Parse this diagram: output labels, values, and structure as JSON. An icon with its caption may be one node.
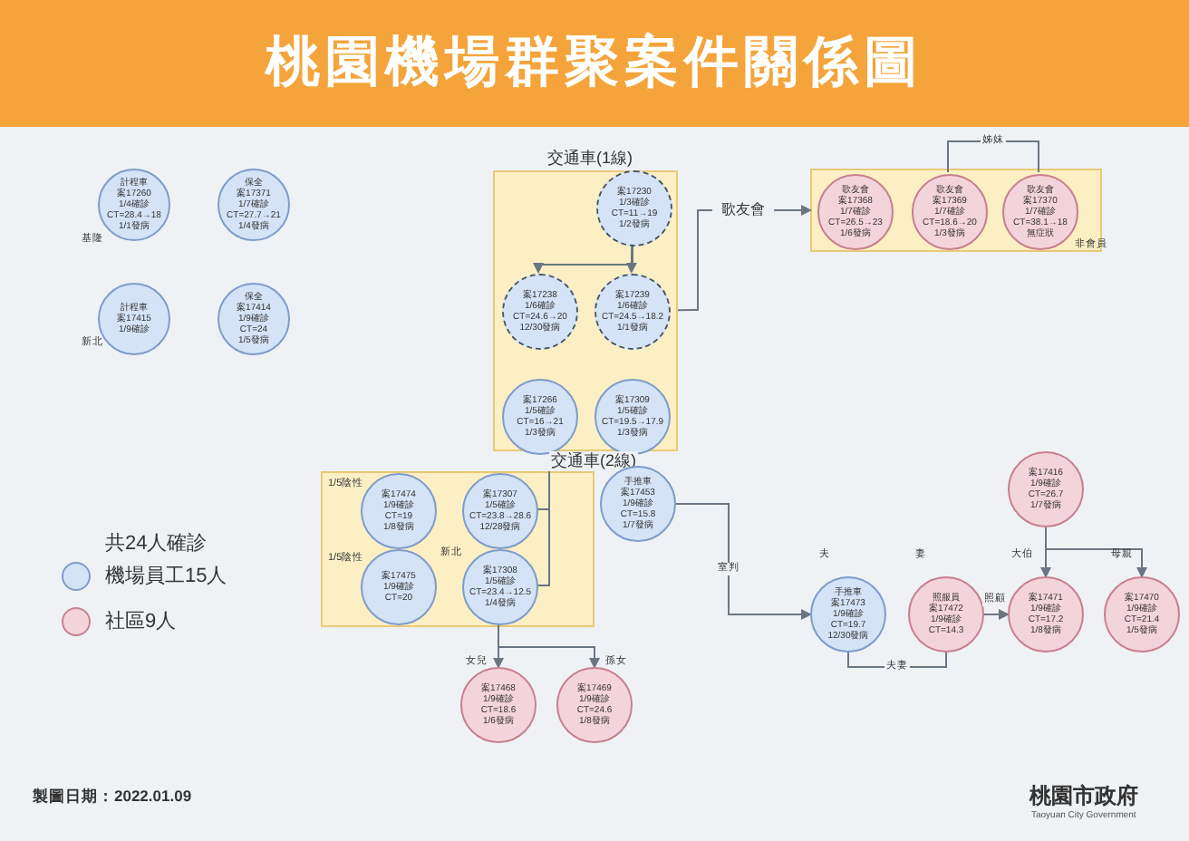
{
  "diagram": {
    "title": "桃園機場群聚案件關係圖",
    "nodes": [
      {
        "text": [
          "計程車",
          "案17260",
          "1/4確診",
          "CT=28.4→18",
          "1/1發病"
        ],
        "beside": [
          "基隆"
        ]
      },
      {
        "text": [
          "保全",
          "案17371",
          "1/7確診",
          "CT=27.7→21",
          "1/4發病"
        ]
      },
      {
        "text": [
          "計程車",
          "案17415",
          "1/9確診"
        ],
        "beside": [
          "新北"
        ]
      },
      {
        "text": [
          "保全",
          "案17414",
          "1/9確診",
          "CT=24",
          "1/5發病"
        ]
      },
      {
        "text": [
          "交通車(1線)"
        ]
      },
      {
        "text": [
          "案17230",
          "1/3確診",
          "CT=11→19",
          "1/2發病"
        ],
        "in": 4
      },
      {
        "text": [
          "案17238",
          "1/6確診",
          "CT=24.6→20",
          "12/30發病"
        ],
        "in": 4
      },
      {
        "text": [
          "案17239",
          "1/6確診",
          "CT=24.5→18.2",
          "1/1發病"
        ],
        "in": 4
      },
      {
        "text": [
          "案17266",
          "1/5確診",
          "CT=16→21",
          "1/3發病"
        ],
        "in": 4
      },
      {
        "text": [
          "案17309",
          "1/5確診",
          "CT=19.5→17.9",
          "1/3發病"
        ],
        "in": 4
      },
      {
        "text": [
          "歌友會"
        ]
      },
      {
        "text": [],
        "shape": "box"
      },
      {
        "text": [
          "歌友會",
          "案17368",
          "1/7確診",
          "CT=26.5→23",
          "1/6發病"
        ],
        "in": 11
      },
      {
        "text": [
          "歌友會",
          "案17369",
          "1/7確診",
          "CT=18.6→20",
          "1/3發病"
        ],
        "in": 11
      },
      {
        "text": [
          "歌友會",
          "案17370",
          "1/7確診",
          "CT=38.1→18",
          "無症狀"
        ],
        "in": 11,
        "beside": [
          "非會員"
        ]
      },
      {
        "text": [
          "交通車(2線)"
        ]
      },
      {
        "text": [
          "案17474",
          "1/9確診",
          "CT=19",
          "1/8發病"
        ],
        "in": 15,
        "beside": [
          "1/5陰性"
        ]
      },
      {
        "text": [
          "案17307",
          "1/5確診",
          "CT=23.8→28.6",
          "12/28發病"
        ],
        "in": 15
      },
      {
        "text": [
          "案17475",
          "1/9確診",
          "CT=20"
        ],
        "in": 15,
        "beside": [
          "1/5陰性"
        ]
      },
      {
        "text": [
          "案17308",
          "1/5確診",
          "CT=23.4→12.5",
          "1/4發病"
        ],
        "in": 15,
        "beside": [
          "新北"
        ]
      },
      {
        "text": [
          "案17468",
          "1/9確診",
          "CT=18.6",
          "1/6發病"
        ],
        "beside": [
          "女兒"
        ]
      },
      {
        "text": [
          "案17469",
          "1/9確診",
          "CT=24.6",
          "1/8發病"
        ],
        "beside": [
          "孫女"
        ]
      },
      {
        "text": [
          "手推車",
          "案17453",
          "1/9確診",
          "CT=15.8",
          "1/7發病"
        ]
      },
      {
        "text": [
          "手推車",
          "案17473",
          "1/9確診",
          "CT=19.7",
          "12/30發病"
        ],
        "beside": [
          "夫"
        ]
      },
      {
        "text": [
          "照服員",
          "案17472",
          "1/9確診",
          "CT=14.3"
        ],
        "beside": [
          "妻"
        ]
      },
      {
        "text": [
          "案17471",
          "1/9確診",
          "CT=17.2",
          "1/8發病"
        ],
        "beside": [
          "大伯"
        ]
      },
      {
        "text": [
          "案17416",
          "1/9確診",
          "CT=26.7",
          "1/7發病"
        ]
      },
      {
        "text": [
          "案17470",
          "1/9確診",
          "CT=21.4",
          "1/5發病"
        ],
        "beside": [
          "母親"
        ]
      }
    ],
    "edges": [
      {
        "from": 5,
        "to": 6,
        "arrow": "to"
      },
      {
        "from": 5,
        "to": 7,
        "arrow": "to"
      },
      {
        "from": 4,
        "to": 10,
        "arrow": "none"
      },
      {
        "from": 10,
        "to": 11,
        "arrow": "to"
      },
      {
        "from": 13,
        "to": 14,
        "arrow": "none",
        "label": "姊妹"
      },
      {
        "from": 19,
        "to": 20,
        "arrow": "to"
      },
      {
        "from": 19,
        "to": 21,
        "arrow": "to"
      },
      {
        "from": 22,
        "to": 23,
        "arrow": "to",
        "label": "室判"
      },
      {
        "from": 23,
        "to": 24,
        "arrow": "none",
        "label": "夫妻"
      },
      {
        "from": 24,
        "to": 25,
        "arrow": "to",
        "label": "照顧"
      },
      {
        "from": 26,
        "to": 25,
        "arrow": "to"
      },
      {
        "from": 26,
        "to": 27,
        "arrow": "to"
      },
      {
        "from": 17,
        "to": 15,
        "arrow": "none"
      },
      {
        "from": 19,
        "to": 15,
        "arrow": "none"
      }
    ],
    "labels": [
      "共24人確診",
      "製圖日期：2022.01.09",
      "桃園市政府",
      "Taoyuan City Government"
    ],
    "legend": [
      {
        "text": "機場員工15人",
        "color": "#d4e3f6"
      },
      {
        "text": "社區9人",
        "color": "#f4d4db"
      }
    ]
  }
}
